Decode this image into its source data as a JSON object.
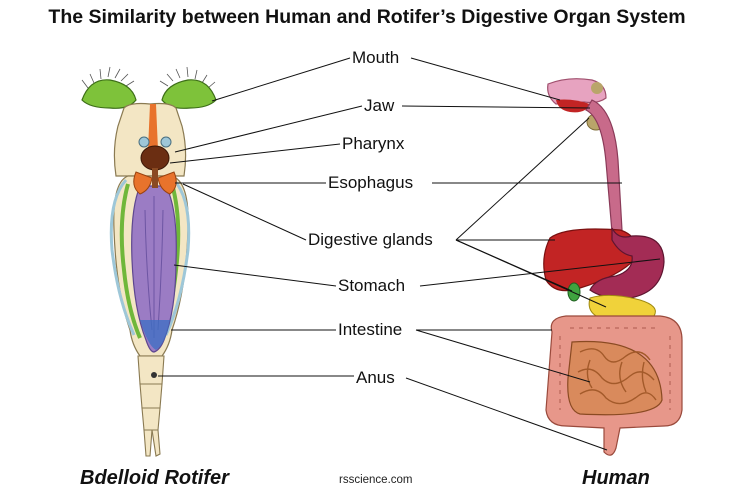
{
  "title": "The Similarity between Human and Rotifer’s Digestive Organ System",
  "labels": {
    "mouth": "Mouth",
    "jaw": "Jaw",
    "pharynx": "Pharynx",
    "esophagus": "Esophagus",
    "digestive_glands": "Digestive glands",
    "stomach": "Stomach",
    "intestine": "Intestine",
    "anus": "Anus"
  },
  "captions": {
    "left": "Bdelloid Rotifer",
    "right": "Human"
  },
  "credit": "rsscience.com",
  "colors": {
    "rotifer_body": "#f3e6c4",
    "rotifer_stomach": "#9b7cc4",
    "rotifer_glands": "#e8732c",
    "rotifer_corona": "#7ec23a",
    "human_esophagus": "#c86a8a",
    "human_stomach": "#a32c55",
    "human_liver": "#c22424",
    "human_pancreas": "#f0d23a",
    "human_intestine": "#d98a5c",
    "human_colon": "#e7978a"
  }
}
